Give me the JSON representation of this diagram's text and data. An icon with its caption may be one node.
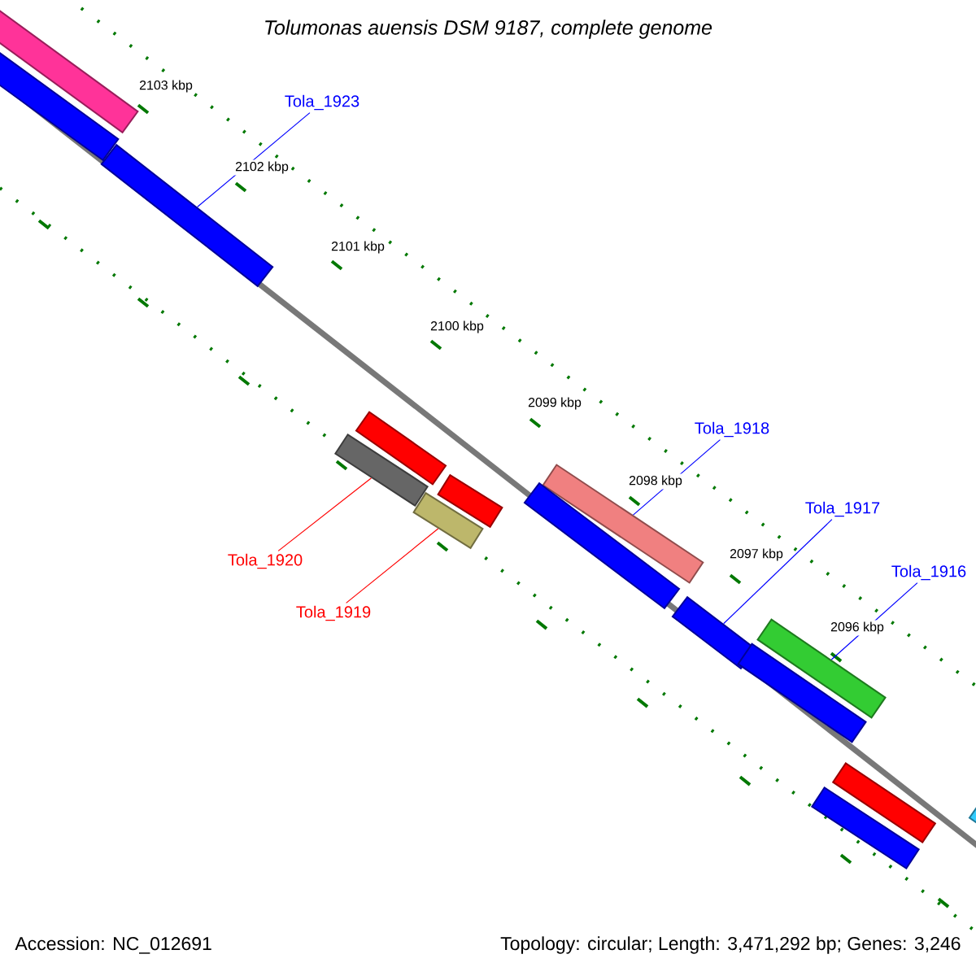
{
  "diagram": {
    "title": "Tolumonas auensis DSM 9187, complete genome",
    "nodes": [
      {
        "text": [],
        "shape": "bar"
      },
      {
        "text": [],
        "shape": "bar"
      },
      {
        "text": [
          "Tola_1923"
        ]
      },
      {
        "text": [],
        "shape": "bar"
      },
      {
        "text": [],
        "shape": "bar"
      },
      {
        "text": [],
        "shape": "bar"
      },
      {
        "text": [],
        "shape": "bar"
      },
      {
        "text": [],
        "shape": "bar"
      },
      {
        "text": [
          "Tola_1918"
        ]
      },
      {
        "text": [],
        "shape": "bar"
      },
      {
        "text": [],
        "shape": "bar"
      },
      {
        "text": [
          "Tola_1917"
        ]
      },
      {
        "text": [],
        "shape": "bar"
      },
      {
        "text": [
          "Tola_1916"
        ]
      },
      {
        "text": [],
        "shape": "bar"
      },
      {
        "text": [],
        "shape": "bar"
      },
      {
        "text": [
          "Tola_1920"
        ]
      },
      {
        "text": [
          "Tola_1919"
        ]
      },
      {
        "text": [],
        "shape": "bar"
      },
      {
        "text": [],
        "shape": "bar"
      },
      {
        "text": [],
        "shape": "bar"
      }
    ],
    "edges": [
      {
        "from": 2,
        "to": 3,
        "arrow": "none"
      },
      {
        "from": 8,
        "to": 9,
        "arrow": "none"
      },
      {
        "from": 11,
        "to": 12,
        "arrow": "none"
      },
      {
        "from": 13,
        "to": 14,
        "arrow": "none"
      },
      {
        "from": 16,
        "to": 5,
        "arrow": "none",
        "color": "#ff0000"
      },
      {
        "from": 17,
        "to": 7,
        "arrow": "none",
        "color": "#ff0000"
      }
    ],
    "labels": [
      "2103 kbp",
      "2102 kbp",
      "2101 kbp",
      "2100 kbp",
      "2099 kbp",
      "2098 kbp",
      "2097 kbp",
      "2096 kbp",
      "Accession: NC_012691",
      "Topology: circular; Length: 3,471,292 bp; Genes: 3,246"
    ]
  }
}
